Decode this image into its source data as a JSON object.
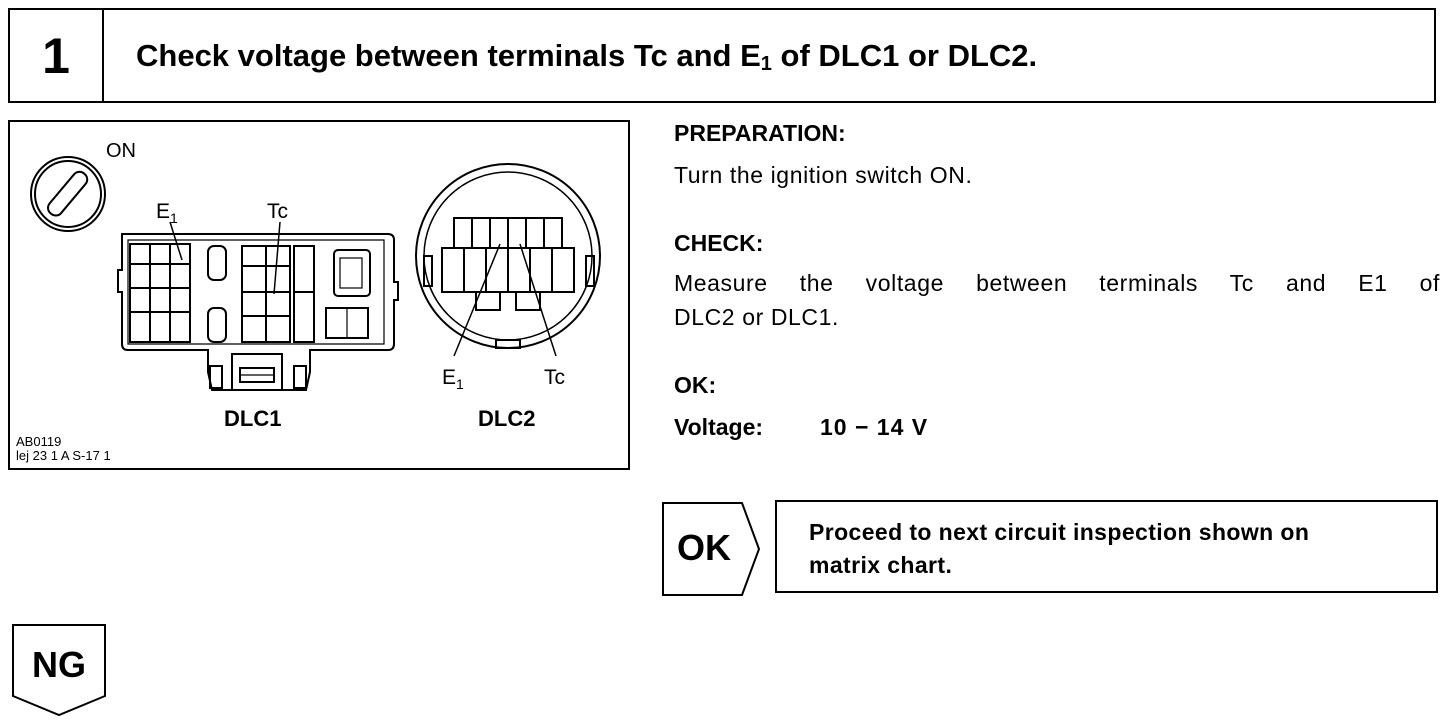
{
  "step": {
    "number": "1",
    "title_part1": "Check voltage between terminals Tc and E",
    "title_subscript": "1",
    "title_part2": " of DLC1 or DLC2."
  },
  "figure": {
    "ignition_label": "ON",
    "dlc1": {
      "name": "DLC1",
      "e_label": "E",
      "e_subscript": "1",
      "tc_label": "Tc"
    },
    "dlc2": {
      "name": "DLC2",
      "e_label": "E",
      "e_subscript": "1",
      "tc_label": "Tc"
    },
    "code_line1": "AB0119",
    "code_line2": "lej 23 1 A S-17 1"
  },
  "preparation": {
    "heading": "PREPARATION:",
    "text": "Turn the ignition switch ON."
  },
  "check": {
    "heading": "CHECK:",
    "line1": "Measure the voltage between terminals Tc and E1 of",
    "line2": "DLC2 or DLC1."
  },
  "ok_spec": {
    "heading": "OK:",
    "label": "Voltage:",
    "value": "10 − 14 V"
  },
  "ok_result": {
    "tab_label": "OK",
    "line1": "Proceed to next circuit inspection shown on",
    "line2": "matrix chart."
  },
  "ng_result": {
    "tab_label": "NG"
  }
}
